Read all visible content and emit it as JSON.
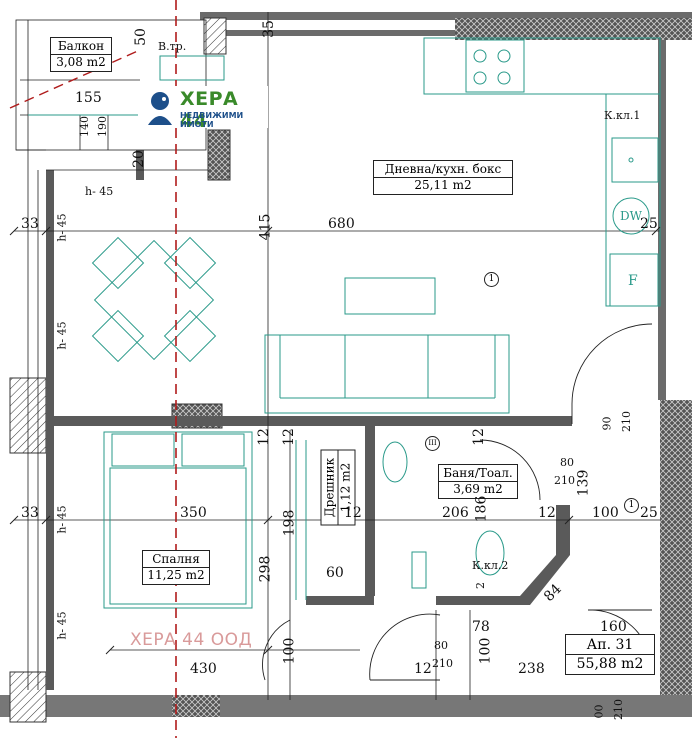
{
  "rooms": {
    "balcony": {
      "name": "Балкон",
      "area": "3,08 m2"
    },
    "living": {
      "name": "Дневна/кухн. бокс",
      "area": "25,11 m2"
    },
    "bathroom": {
      "name": "Баня/Тоал.",
      "area": "3,69 m2"
    },
    "wardrobe": {
      "name": "Дрешник",
      "area": "1,12 m2"
    },
    "bedroom": {
      "name": "Спалня",
      "area": "11,25 m2"
    },
    "apartment": {
      "name": "Ап. 31",
      "area": "55,88 m2"
    }
  },
  "labels": {
    "vtr": "В.тр.",
    "kkl1": "К.кл.1",
    "kkl2": "К.кл.2",
    "dw": "DW",
    "fridge": "F",
    "circle1": "1",
    "circle3": "III",
    "h45": "h- 45"
  },
  "dimensions": {
    "d155": "155",
    "d140": "140",
    "d190": "190",
    "d50": "50",
    "d35": "35",
    "d20": "20",
    "d33a": "33",
    "d415": "415",
    "d680": "680",
    "d25a": "25",
    "d12a": "12",
    "d12b": "12",
    "d12c": "12",
    "d90": "90",
    "d210a": "210",
    "d80a": "80",
    "d210b": "210",
    "d139": "139",
    "d33b": "33",
    "d350": "350",
    "d198": "198",
    "d206": "206",
    "d186": "186",
    "d12d": "12",
    "d12e": "12",
    "d100a": "100",
    "d25b": "25",
    "d298": "298",
    "d60": "60",
    "d2": "2",
    "d84": "84",
    "d160": "160",
    "d78": "78",
    "d80b": "80",
    "d100b": "100",
    "d210c": "210",
    "d430": "430",
    "d12f": "12",
    "d238": "238",
    "d100c": "00",
    "d210d": "210"
  },
  "logo": {
    "name": "ХЕРА 44",
    "subtitle": "НЕДВИЖИМИ ИМОТИ"
  },
  "watermark": "ХЕРА 44 ООД",
  "colors": {
    "wall": "#444444",
    "fixture": "#2a9a8a",
    "dash": "#b01c1c",
    "brand_green": "#3a8a2a",
    "brand_blue": "#1d4f8a",
    "watermark": "#d99a9a"
  }
}
